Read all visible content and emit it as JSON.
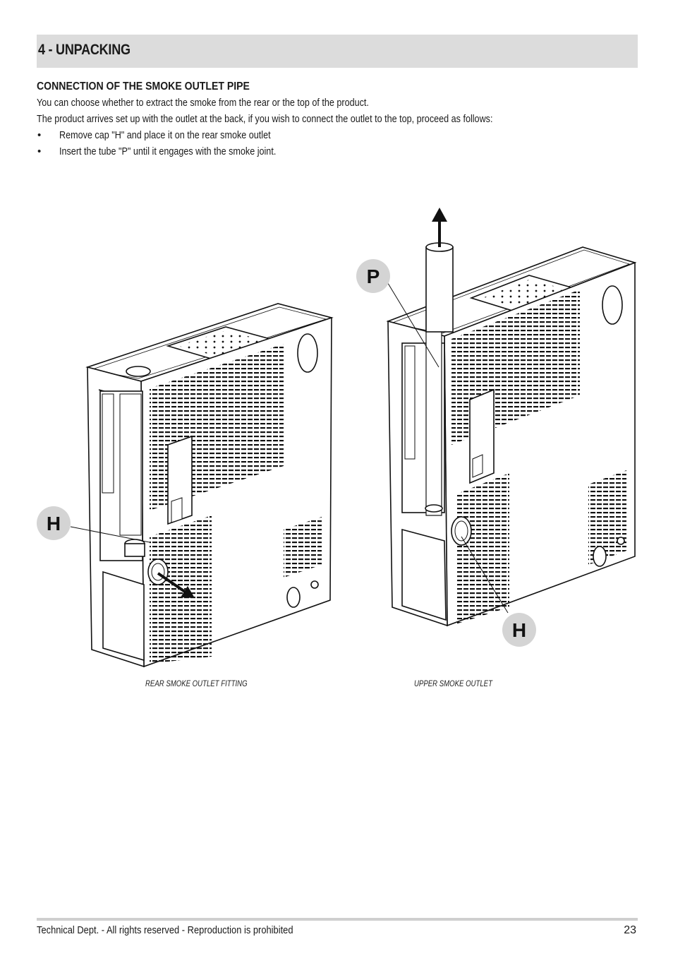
{
  "section": {
    "title": "4 - UNPACKING"
  },
  "subsection": {
    "heading": "CONNECTION OF THE SMOKE OUTLET PIPE",
    "paragraphs": [
      "You can choose whether to extract the smoke from the rear or the top of the product.",
      "The product arrives set up with the outlet at the back, if you wish to connect the outlet to the top, proceed as follows:"
    ],
    "bullets": [
      "Remove cap \"H\" and place it on the rear smoke outlet",
      "Insert the tube \"P\" until it engages with the smoke joint."
    ]
  },
  "figures": {
    "left": {
      "caption": "REAR SMOKE OUTLET FITTING",
      "callout": "H"
    },
    "right": {
      "caption": "UPPER SMOKE OUTLET",
      "callouts": [
        "P",
        "H"
      ]
    },
    "callout_fill": "#d4d4d4"
  },
  "footer": {
    "text": "Technical Dept. - All rights reserved - Reproduction is prohibited",
    "page_number": "23"
  }
}
